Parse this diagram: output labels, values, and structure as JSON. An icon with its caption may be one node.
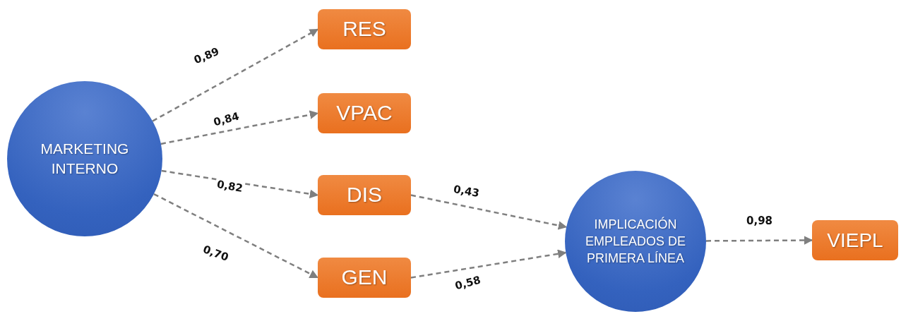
{
  "diagram": {
    "nodes": [
      {
        "text": [
          "MARKETING INTERNO"
        ]
      },
      {
        "text": [
          "RES"
        ]
      },
      {
        "text": [
          "VPAC"
        ]
      },
      {
        "text": [
          "DIS"
        ]
      },
      {
        "text": [
          "GEN"
        ]
      },
      {
        "text": [
          "IMPLICACIÓN EMPLEADOS DE PRIMERA LÍNEA"
        ]
      },
      {
        "text": [
          "VIEPL"
        ]
      }
    ],
    "edges": [
      {
        "from": 0,
        "to": 1,
        "arrow": "to",
        "label": "0,89",
        "style": "dashed"
      },
      {
        "from": 0,
        "to": 2,
        "arrow": "to",
        "label": "0,84",
        "style": "dashed"
      },
      {
        "from": 0,
        "to": 3,
        "arrow": "to",
        "label": "0,82",
        "style": "dashed"
      },
      {
        "from": 0,
        "to": 4,
        "arrow": "to",
        "label": "0,70",
        "style": "dashed"
      },
      {
        "from": 3,
        "to": 5,
        "arrow": "to",
        "label": "0,43",
        "style": "dashed"
      },
      {
        "from": 4,
        "to": 5,
        "arrow": "to",
        "label": "0,58",
        "style": "dashed"
      },
      {
        "from": 5,
        "to": 6,
        "arrow": "to",
        "label": "0,98",
        "style": "dashed"
      }
    ]
  }
}
